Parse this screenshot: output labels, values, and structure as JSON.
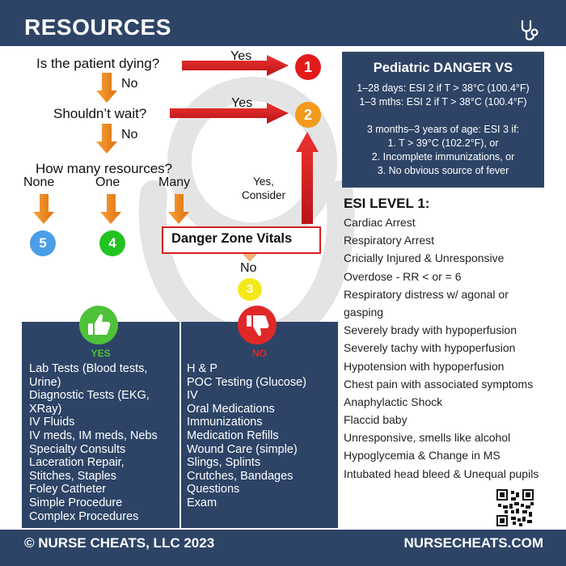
{
  "header": {
    "title": "RESOURCES"
  },
  "flow": {
    "q1": "Is the patient dying?",
    "q2": "Shouldn’t wait?",
    "q3": "How many resources?",
    "yes1": "Yes",
    "yes2": "Yes",
    "no1": "No",
    "no2": "No",
    "none": "None",
    "one": "One",
    "many": "Many",
    "yes_consider": [
      "Yes,",
      "Consider"
    ],
    "danger_zone": "Danger Zone Vitals",
    "no3": "No",
    "level1": "1",
    "level2": "2",
    "level3": "3",
    "level4": "4",
    "level5": "5"
  },
  "pediatric": {
    "title": "Pediatric DANGER VS",
    "line1": "1–28 days: ESI 2 if T > 38°C (100.4°F)",
    "line2": "1–3 mths: ESI 2 if T > 38°C (100.4°F)",
    "line3": "3 months–3 years of age: ESI 3 if:",
    "line4": "1. T > 39°C (102.2°F), or",
    "line5": "2. Incomplete immunizations, or",
    "line6": "3. No obvious source of fever"
  },
  "esi1": {
    "title": "ESI LEVEL 1:",
    "items": [
      "Cardiac Arrest",
      "Respiratory Arrest",
      "Cricially Injured & Unresponsive",
      "Overdose - RR < or = 6",
      "Respiratory distress w/ agonal or",
      "gasping",
      "Severely brady with hypoperfusion",
      "Severely tachy with hypoperfusion",
      "Hypotension with hypoperfusion",
      "Chest pain with associated symptoms",
      "Anaphylactic Shock",
      "Flaccid baby",
      "Unresponsive, smells like alcohol",
      "Hypoglycemia & Change in MS",
      "Intubated head bleed & Unequal pupils"
    ]
  },
  "yes_panel": {
    "title": "YES",
    "items": [
      "Lab Tests (Blood tests,",
      "Urine)",
      "Diagnostic Tests (EKG,",
      "XRay)",
      "IV Fluids",
      "IV meds, IM meds, Nebs",
      "Specialty Consults",
      "Laceration Repair,",
      "Stitches, Staples",
      "Foley Catheter",
      "Simple Procedure",
      "Complex Procedures"
    ]
  },
  "no_panel": {
    "title": "NO",
    "items": [
      "H & P",
      "POC Testing (Glucose)",
      "IV",
      "Oral Medications",
      "Immunizations",
      "Medication Refills",
      "Wound Care (simple)",
      "Slings, Splints",
      "Crutches, Bandages",
      "Questions",
      "Exam"
    ]
  },
  "footer": {
    "left": "© NURSE CHEATS, LLC 2023",
    "right": "NURSECHEATS.COM"
  },
  "colors": {
    "navy": "#2d4466",
    "red": "#e02020",
    "orange": "#f08a1a",
    "level1": "#e41b1b",
    "level2": "#f39a1d",
    "level3": "#f4e81c",
    "level4": "#22c322",
    "level5": "#4a9ee8",
    "yes_green": "#4fc13a",
    "no_red": "#e02828"
  },
  "icons": [
    "stethoscope-icon",
    "thumbs-up-icon",
    "thumbs-down-icon",
    "qr-code-icon"
  ]
}
